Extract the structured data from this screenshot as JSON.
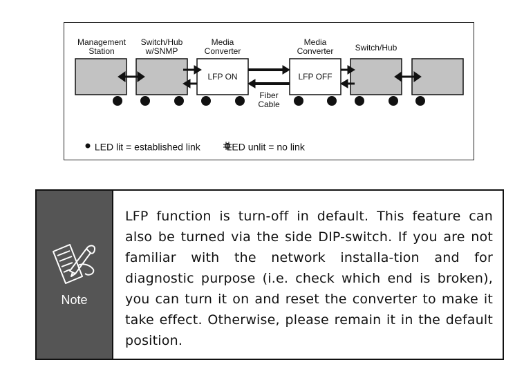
{
  "diagram": {
    "labels": {
      "management_station": "Management\nStation",
      "switch_hub_snmp": "Switch/Hub\nw/SNMP",
      "media_converter_left": "Media\nConverter",
      "media_converter_right": "Media\nConverter",
      "switch_hub": "Switch/Hub",
      "fiber_cable": "Fiber\nCable"
    },
    "converter_left_text": "LFP ON",
    "converter_right_text": "LFP OFF",
    "legend": {
      "lit": "LED lit = established link",
      "unlit": "LED unlit = no link"
    },
    "colors": {
      "device_fill": "#c2c2c2",
      "line": "#111111"
    }
  },
  "note": {
    "label": "Note",
    "icon": "note-pencil-icon",
    "text": "LFP function is turn-off in  default.  This  feature can also be turned via  the  side  DIP-switch.  If you are not familiar with  the  network  installa-tion and for diagnostic purpose (i.e. check which end is broken), you can turn it on and reset the converter to make it take effect. Otherwise, please remain it in the default  position.",
    "colors": {
      "side_bg": "#555555"
    }
  }
}
